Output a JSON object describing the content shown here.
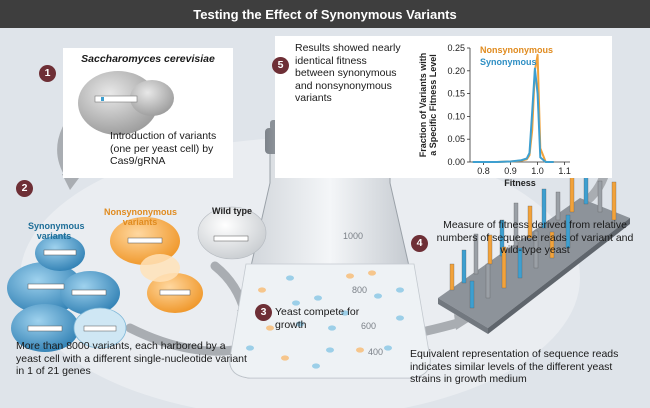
{
  "title": "Testing the Effect of Synonymous Variants",
  "steps": [
    {
      "number": "1",
      "organism": "Saccharomyces cerevisiae",
      "text": "Introduction of variants (one per yeast cell) by Cas9/gRNA"
    },
    {
      "number": "2",
      "text": "More than 8000 variants, each harbored by a yeast cell with a different single-nucleotide variant in 1 of 21 genes"
    },
    {
      "number": "3",
      "text": "Yeast compete for growth"
    },
    {
      "number": "4",
      "text": "Measure of fitness derived from relative numbers of sequence reads of variant and wild-type yeast"
    },
    {
      "number": "5",
      "text": "Results showed nearly identical fitness between synonymous and nonsynonymous variants"
    }
  ],
  "labels": {
    "synonymous": "Synonymous variants",
    "nonsynonymous": "Nonsynonymous variants",
    "wildtype": "Wild type"
  },
  "flask_marks": [
    "1000",
    "800",
    "600",
    "400"
  ],
  "reads_text": "Equivalent representation of sequence reads indicates similar levels of the different yeast strains in growth medium",
  "colors": {
    "title_bar": "#3e3e3e",
    "panel_bg": "#dfe4ea",
    "step_badge": "#6e2f36",
    "synonymous": "#3d9fd0",
    "nonsynonymous": "#f2a23a",
    "label_synonymous": "#1e6e98",
    "label_nonsynonymous": "#e08b1f"
  },
  "chart_data": {
    "type": "line",
    "xlabel": "Fitness",
    "ylabel": "Fraction of Variants with a Specific Fitness Level",
    "xlim": [
      0.75,
      1.12
    ],
    "ylim": [
      0,
      0.25
    ],
    "xticks": [
      "0.8",
      "0.9",
      "1.0",
      "1.1"
    ],
    "yticks": [
      "0.00",
      "0.05",
      "0.10",
      "0.15",
      "0.20",
      "0.25"
    ],
    "grid": false,
    "legend": "top-right",
    "series": [
      {
        "name": "Nonsynonymous",
        "color": "#f2a23a",
        "x": [
          0.76,
          0.8,
          0.85,
          0.9,
          0.94,
          0.96,
          0.97,
          0.98,
          0.99,
          1.0,
          1.01,
          1.03,
          1.06
        ],
        "y": [
          0.0,
          0.0,
          0.0,
          0.001,
          0.003,
          0.006,
          0.015,
          0.07,
          0.2,
          0.235,
          0.03,
          0.0,
          0.0
        ]
      },
      {
        "name": "Synonymous",
        "color": "#3d9fd0",
        "x": [
          0.76,
          0.8,
          0.85,
          0.9,
          0.94,
          0.96,
          0.97,
          0.98,
          0.99,
          1.0,
          1.01,
          1.03,
          1.06
        ],
        "y": [
          0.0,
          0.0,
          0.0,
          0.001,
          0.004,
          0.008,
          0.02,
          0.11,
          0.205,
          0.15,
          0.01,
          0.0,
          0.0
        ]
      }
    ]
  }
}
